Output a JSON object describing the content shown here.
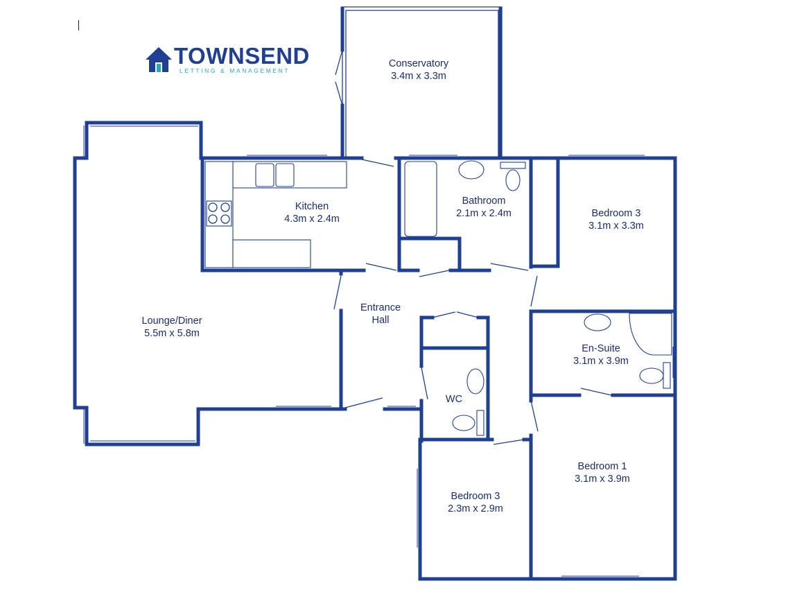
{
  "brand": {
    "name": "TOWNSEND",
    "tagline": "LETTING & MANAGEMENT",
    "colors": {
      "wall": "#1f3f93",
      "accent": "#2aa8b5",
      "text": "#1a2e6b"
    },
    "icon": "house-logo-icon"
  },
  "rooms": {
    "conservatory": {
      "name": "Conservatory",
      "size": "3.4m x 3.3m"
    },
    "kitchen": {
      "name": "Kitchen",
      "size": "4.3m x 2.4m"
    },
    "bathroom": {
      "name": "Bathroom",
      "size": "2.1m x 2.4m"
    },
    "bedroom3_top": {
      "name": "Bedroom 3",
      "size": "3.1m x 3.3m"
    },
    "lounge": {
      "name": "Lounge/Diner",
      "size": "5.5m x 5.8m"
    },
    "entrance_hall": {
      "line1": "Entrance",
      "line2": "Hall"
    },
    "ensuite": {
      "name": "En-Suite",
      "size": "3.1m x 3.9m"
    },
    "wc": {
      "name": "WC"
    },
    "bedroom1": {
      "name": "Bedroom 1",
      "size": "3.1m x 3.9m"
    },
    "bedroom3_bottom": {
      "name": "Bedroom 3",
      "size": "2.3m x 2.9m"
    }
  }
}
